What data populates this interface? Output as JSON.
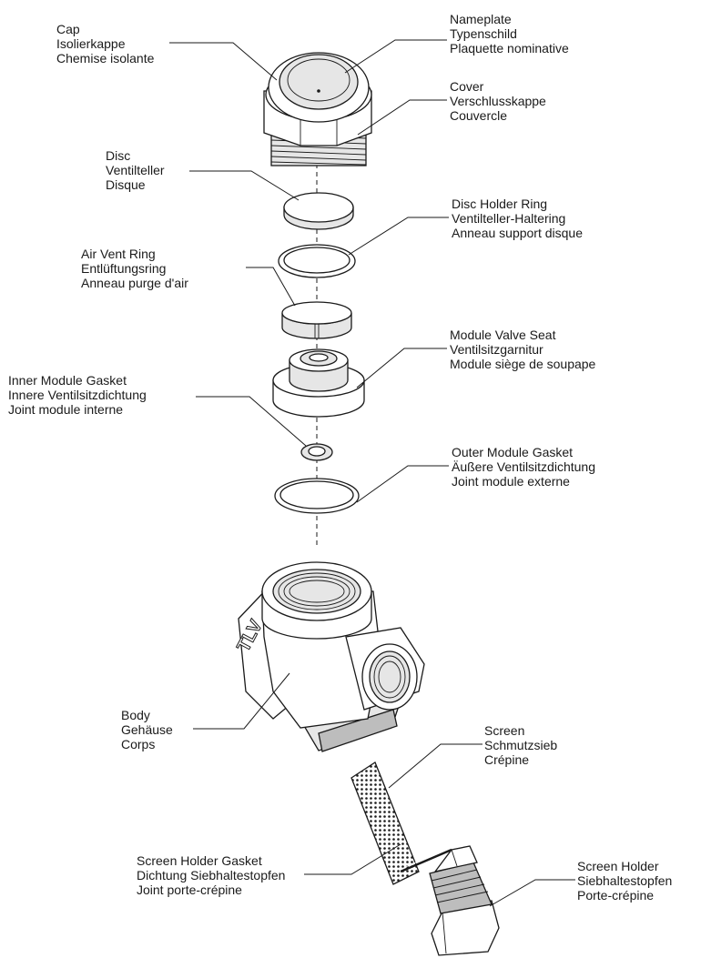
{
  "labels": {
    "cap": {
      "l1": "Cap",
      "l2": "Isolierkappe",
      "l3": "Chemise isolante"
    },
    "nameplate": {
      "l1": "Nameplate",
      "l2": "Typenschild",
      "l3": "Plaquette nominative"
    },
    "cover": {
      "l1": "Cover",
      "l2": "Verschlusskappe",
      "l3": "Couvercle"
    },
    "disc": {
      "l1": "Disc",
      "l2": "Ventilteller",
      "l3": "Disque"
    },
    "disc_holder_ring": {
      "l1": "Disc Holder Ring",
      "l2": "Ventilteller-Haltering",
      "l3": "Anneau support disque"
    },
    "air_vent_ring": {
      "l1": "Air Vent Ring",
      "l2": "Entlüftungsring",
      "l3": "Anneau purge d'air"
    },
    "module_valve_seat": {
      "l1": "Module Valve Seat",
      "l2": "Ventilsitzgarnitur",
      "l3": "Module siège de soupape"
    },
    "inner_module_gasket": {
      "l1": "Inner Module Gasket",
      "l2": "Innere Ventilsitzdichtung",
      "l3": "Joint module interne"
    },
    "outer_module_gasket": {
      "l1": "Outer Module Gasket",
      "l2": "Äußere Ventilsitzdichtung",
      "l3": "Joint module externe"
    },
    "body": {
      "l1": "Body",
      "l2": "Gehäuse",
      "l3": "Corps"
    },
    "screen": {
      "l1": "Screen",
      "l2": "Schmutzsieb",
      "l3": "Crépine"
    },
    "screen_holder_gasket": {
      "l1": "Screen Holder Gasket",
      "l2": "Dichtung Siebhaltestopfen",
      "l3": "Joint porte-crépine"
    },
    "screen_holder": {
      "l1": "Screen Holder",
      "l2": "Siebhaltestopfen",
      "l3": "Porte-crépine"
    }
  },
  "body_marking": "TLV",
  "colors": {
    "line": "#1a1a1a",
    "fill_light": "#e6e6e6",
    "fill_dark": "#bdbdbd"
  }
}
